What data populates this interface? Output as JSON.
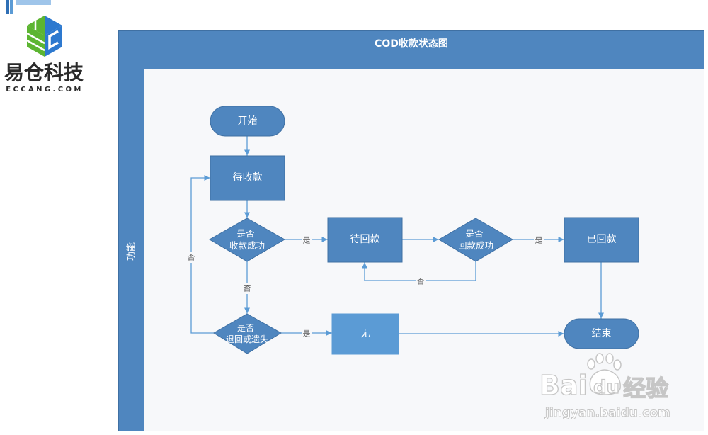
{
  "logo": {
    "icon": "eccang-cube-logo-icon",
    "name": "易仓科技",
    "domain": "ECCANG.COM"
  },
  "diagram": {
    "title": "COD收款状态图",
    "lane_label": "功能",
    "nodes": {
      "start": "开始",
      "pending_collection": "待收款",
      "collection_success": {
        "line1": "是否",
        "line2": "收款成功"
      },
      "pending_remittance": "待回款",
      "remittance_success": {
        "line1": "是否",
        "line2": "回款成功"
      },
      "remitted": "已回款",
      "returned_or_lost": {
        "line1": "是否",
        "line2": "退回或遗失"
      },
      "none": "无",
      "end": "结束"
    },
    "edge_labels": {
      "collection_success_yes": "是",
      "collection_success_no": "否",
      "remittance_success_yes": "是",
      "remittance_success_no": "否",
      "returned_or_lost_yes": "是",
      "returned_or_lost_no": "否"
    }
  },
  "watermark": {
    "icon": "baidu-paw-icon",
    "brand_left": "Bai",
    "brand_right": "du",
    "product": "经验",
    "url": "jingyan.baidu.com"
  },
  "colors": {
    "accent_bar_dark": "#2f6fb5",
    "accent_bar_light": "#9fc5ea",
    "frame": "#4f86bf",
    "frame_divider": "#6d9fd1",
    "canvas": "#f7f8fa",
    "node_fill": "#4f86bf",
    "node_border": "#3f70a3",
    "node_fill_light": "#5b9bd5",
    "node_text": "#ffffff",
    "edge": "#5b9bd5",
    "edge_label": "#555555",
    "logo_green": "#5cb531",
    "logo_blue": "#2d79cf",
    "logo_text": "#2a2a2a",
    "watermark": "#c6c6c6"
  }
}
